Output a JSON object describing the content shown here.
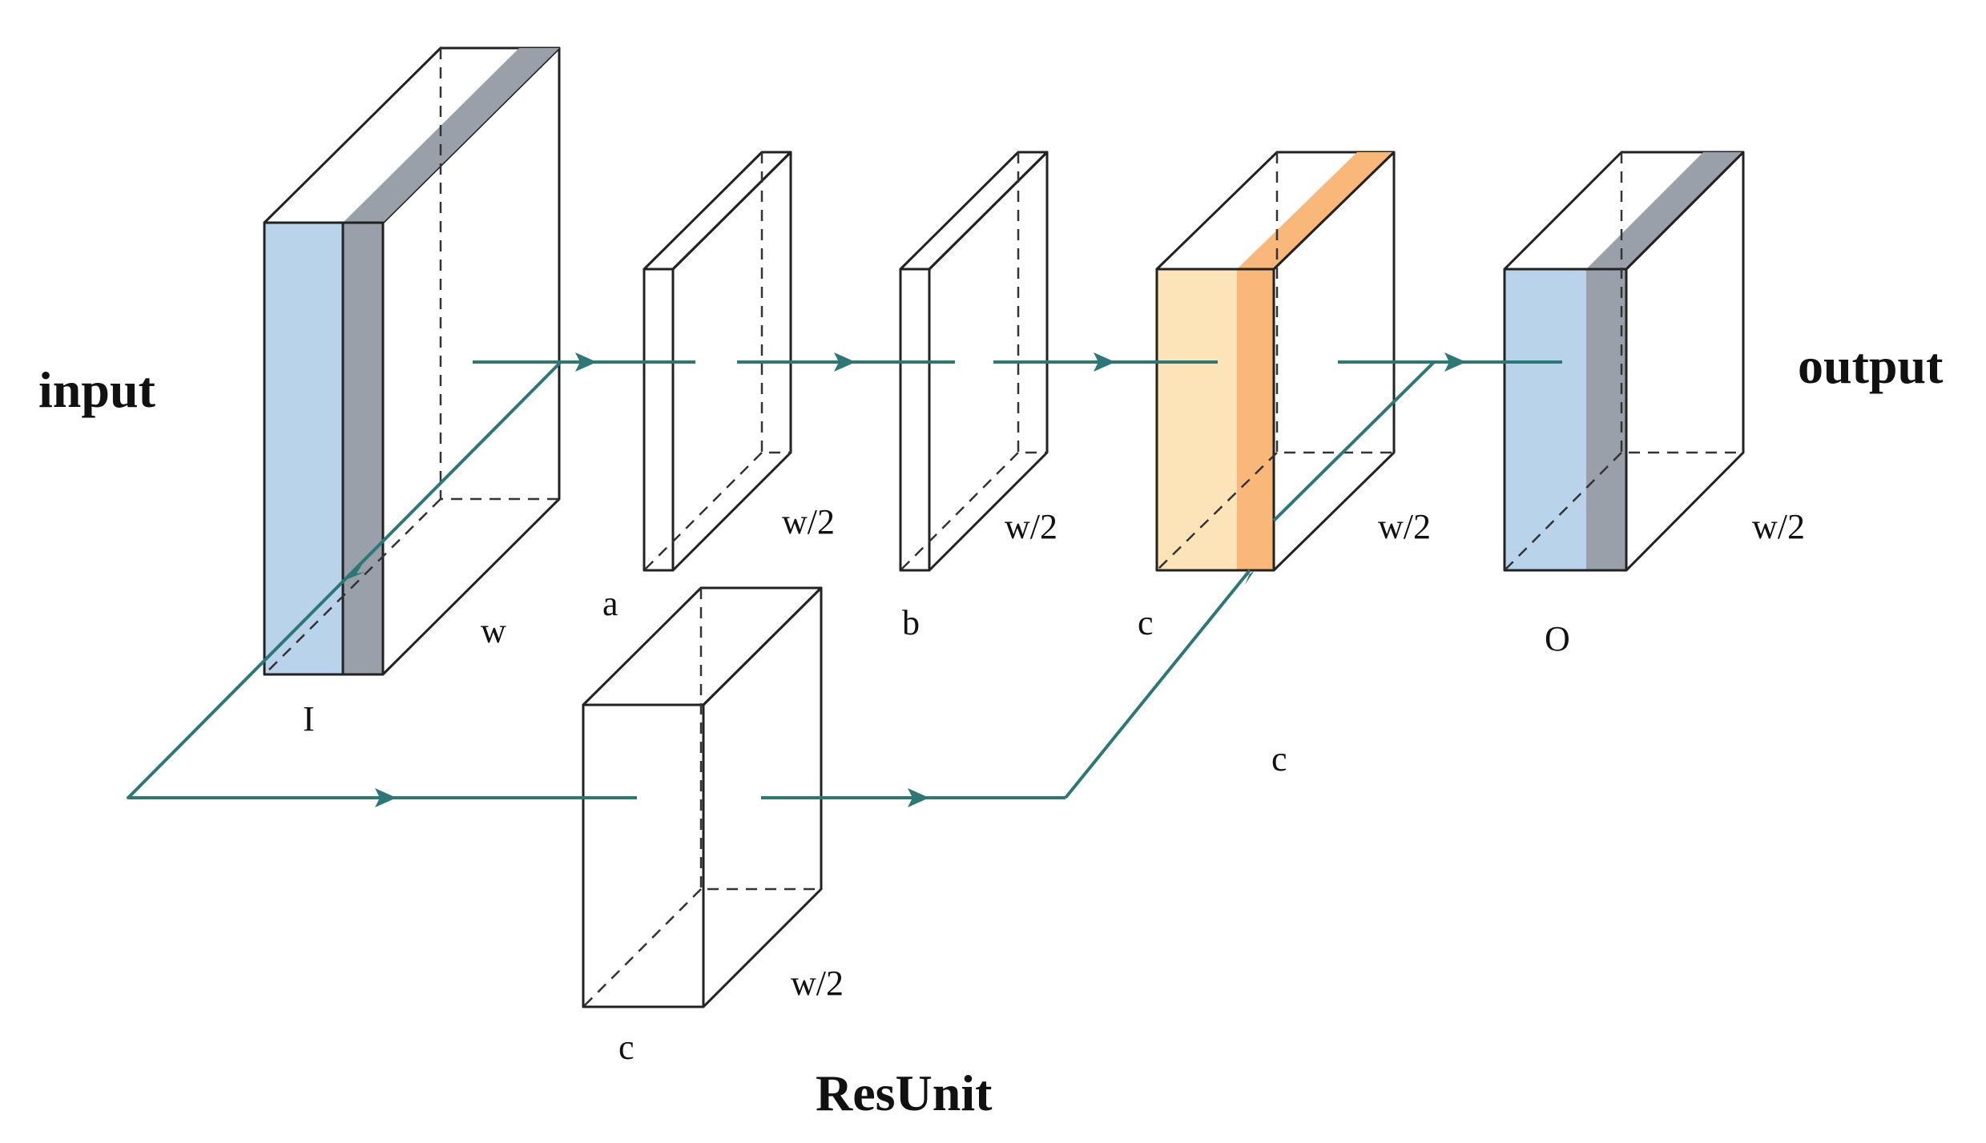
{
  "labels": {
    "input": "input",
    "output": "output",
    "resunit": "ResUnit",
    "I": "I",
    "w": "w",
    "a": "a",
    "a_dim": "w/2",
    "b": "b",
    "b_dim": "w/2",
    "c_top": "c",
    "c_top_dim": "w/2",
    "c_mid": "c",
    "O": "O",
    "O_dim": "w/2",
    "c_bottom": "c",
    "c_bottom_dim": "w/2"
  },
  "colors": {
    "blue_face": "#b8d3ea",
    "gray_face": "#9aa0aa",
    "gray_side": "#8c929c",
    "orange_face": "#f9b77a",
    "orange_light": "#fddcb0",
    "orange_side": "#f7a866",
    "cream_face": "#fde3b8",
    "cream_side": "#fcd9a6",
    "flow": "#2d7777"
  }
}
